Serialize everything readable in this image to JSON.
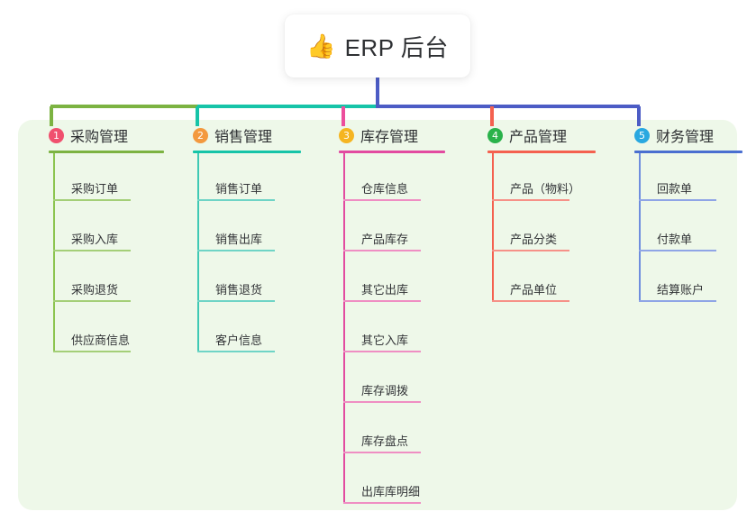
{
  "diagram": {
    "title": {
      "icon": "thumbs-up-emoji",
      "emoji": "👍",
      "text": "ERP 后台"
    },
    "panel_color": "#eef8e9",
    "trunk_color": "#4c5cc5",
    "connector_segments": [
      {
        "name": "left-green",
        "color": "#7cb342"
      },
      {
        "name": "mid-teal",
        "color": "#16c4a8"
      },
      {
        "name": "right-indigo",
        "color": "#4c5cc5"
      }
    ],
    "columns": [
      {
        "number": "1",
        "badge_color": "#f0506e",
        "rule_color": "#7cb342",
        "spine_color": "#8cc44f",
        "leaf_rule_color": "#a4cf78",
        "stub_color": "#7cb342",
        "title": "采购管理",
        "items": [
          "采购订单",
          "采购入库",
          "采购退货",
          "供应商信息"
        ]
      },
      {
        "number": "2",
        "badge_color": "#f3993e",
        "rule_color": "#16c4a8",
        "spine_color": "#3fc9b4",
        "leaf_rule_color": "#6fd4c6",
        "stub_color": "#16c4a8",
        "title": "销售管理",
        "items": [
          "销售订单",
          "销售出库",
          "销售退货",
          "客户信息"
        ]
      },
      {
        "number": "3",
        "badge_color": "#f5b521",
        "rule_color": "#e24ba0",
        "spine_color": "#e24ba0",
        "leaf_rule_color": "#ef8ec3",
        "stub_color": "#ec4e9c",
        "title": "库存管理",
        "items": [
          "仓库信息",
          "产品库存",
          "其它出库",
          "其它入库",
          "库存调拨",
          "库存盘点",
          "出库库明细"
        ]
      },
      {
        "number": "4",
        "badge_color": "#29b24a",
        "rule_color": "#f4614f",
        "spine_color": "#f4614f",
        "leaf_rule_color": "#f69188",
        "stub_color": "#f4614f",
        "title": "产品管理",
        "items": [
          "产品（物料）",
          "产品分类",
          "产品单位"
        ]
      },
      {
        "number": "5",
        "badge_color": "#29a8e0",
        "rule_color": "#4a6fd0",
        "spine_color": "#6f8ede",
        "leaf_rule_color": "#8fa5e6",
        "stub_color": "#4c5cc5",
        "title": "财务管理",
        "items": [
          "回款单",
          "付款单",
          "结算账户"
        ]
      }
    ]
  }
}
